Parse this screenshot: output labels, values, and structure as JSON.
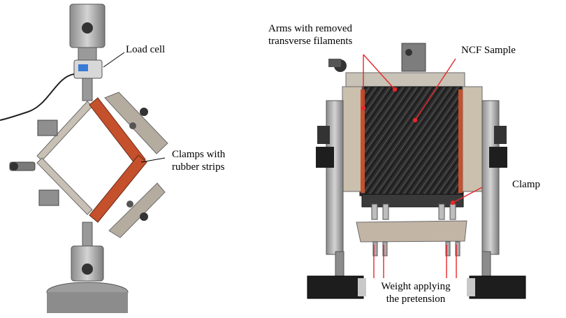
{
  "labels": {
    "load_cell": "Load cell",
    "clamps_line1": "Clamps with",
    "clamps_line2": "rubber strips",
    "arms_line1": "Arms with removed",
    "arms_line2": "transverse filaments",
    "ncf_sample": "NCF Sample",
    "clamp": "Clamp",
    "weight_line1": "Weight applying",
    "weight_line2": "the pretension"
  },
  "colors": {
    "annotation_line": "#e8262b",
    "rubber_strip": "#c5502c",
    "metal": "#b9b9b9",
    "dark_metal": "#4a4a4a",
    "carbon_fabric": "#2b2b2b"
  }
}
